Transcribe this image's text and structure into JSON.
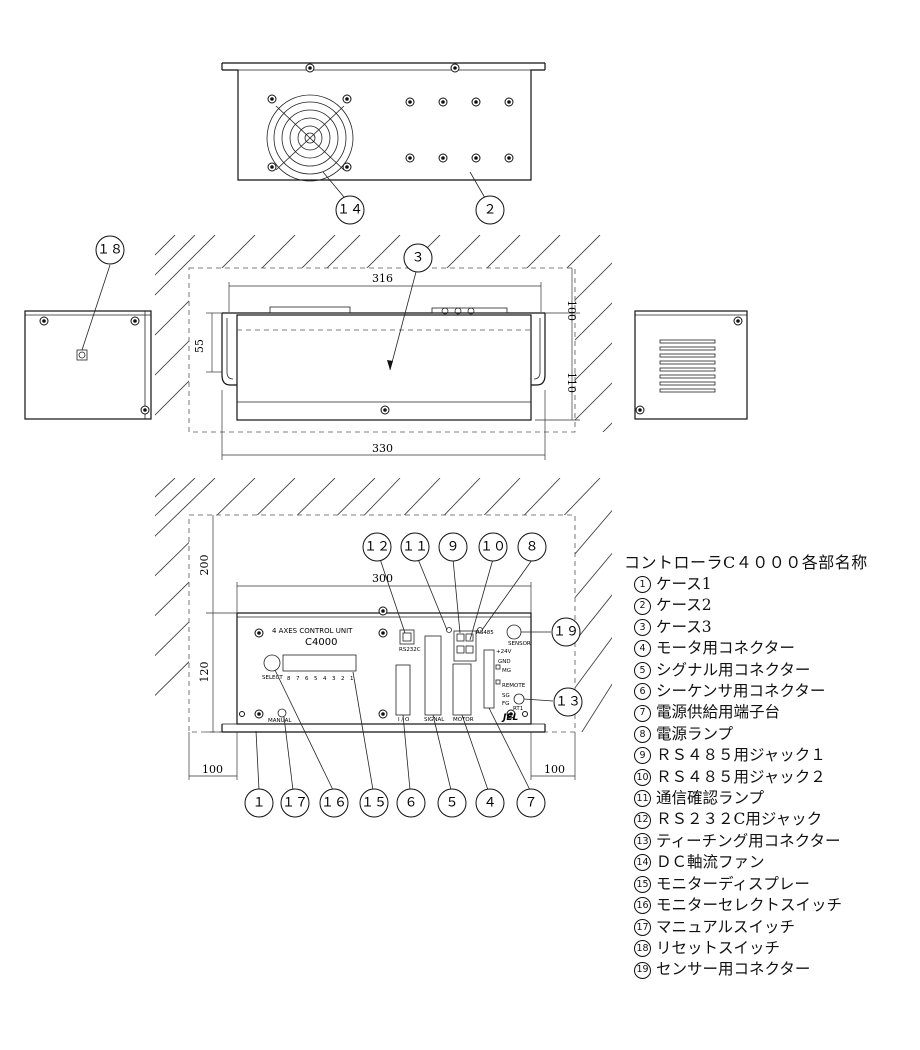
{
  "legend": {
    "title": "コントローラC４０００各部名称",
    "items": [
      {
        "num": "1",
        "label": "ケース1"
      },
      {
        "num": "2",
        "label": "ケース2"
      },
      {
        "num": "3",
        "label": "ケース3"
      },
      {
        "num": "4",
        "label": "モータ用コネクター"
      },
      {
        "num": "5",
        "label": "シグナル用コネクター"
      },
      {
        "num": "6",
        "label": "シーケンサ用コネクター"
      },
      {
        "num": "7",
        "label": "電源供給用端子台"
      },
      {
        "num": "8",
        "label": "電源ランプ"
      },
      {
        "num": "9",
        "label": "ＲＳ４８５用ジャック１"
      },
      {
        "num": "10",
        "label": "ＲＳ４８５用ジャック２"
      },
      {
        "num": "11",
        "label": "通信確認ランプ"
      },
      {
        "num": "12",
        "label": "ＲＳ２３２C用ジャック"
      },
      {
        "num": "13",
        "label": "ティーチング用コネクター"
      },
      {
        "num": "14",
        "label": "ＤＣ軸流ファン"
      },
      {
        "num": "15",
        "label": "モニターディスプレー"
      },
      {
        "num": "16",
        "label": "モニターセレクトスイッチ"
      },
      {
        "num": "17",
        "label": "マニュアルスイッチ"
      },
      {
        "num": "18",
        "label": "リセットスイッチ"
      },
      {
        "num": "19",
        "label": "センサー用コネクター"
      }
    ]
  },
  "balloons": {
    "b1": "１",
    "b2": "２",
    "b3": "３",
    "b4": "４",
    "b5": "５",
    "b6": "６",
    "b7": "７",
    "b8": "８",
    "b9": "９",
    "b10": "１０",
    "b11": "１１",
    "b12": "１２",
    "b13": "１３",
    "b14": "１４",
    "b15": "１５",
    "b16": "１６",
    "b17": "１７",
    "b18": "１８",
    "b19": "１９"
  },
  "dimensions": {
    "side_width_inner": "316",
    "side_width_outer": "330",
    "side_top_clearance": "100",
    "side_height": "110",
    "side_bracket": "55",
    "front_width": "300",
    "front_top_clearance": "200",
    "front_height": "120",
    "front_left_clearance": "100",
    "front_right_clearance": "100"
  },
  "panel": {
    "unit_title": "4 AXES CONTROL UNIT",
    "model": "C4000",
    "select_label": "SELECT",
    "manual_label": "MANUAL",
    "display_digits": [
      "8",
      "7",
      "6",
      "5",
      "4",
      "3",
      "2",
      "1"
    ],
    "rs232c_label": "RS232C",
    "io_label": "I / O",
    "signal_label": "SIGNAL",
    "motor_label": "MOTOR",
    "rs485_label": "RS485",
    "sensor_label": "SENSOR",
    "v24_label": "+24V",
    "gnd_label": "GND",
    "mg_label": "MG",
    "remote_label": "REMOTE",
    "sg_label": "SG",
    "fg_label": "FG",
    "rt1_label": "RT1",
    "brand": "JEL"
  }
}
